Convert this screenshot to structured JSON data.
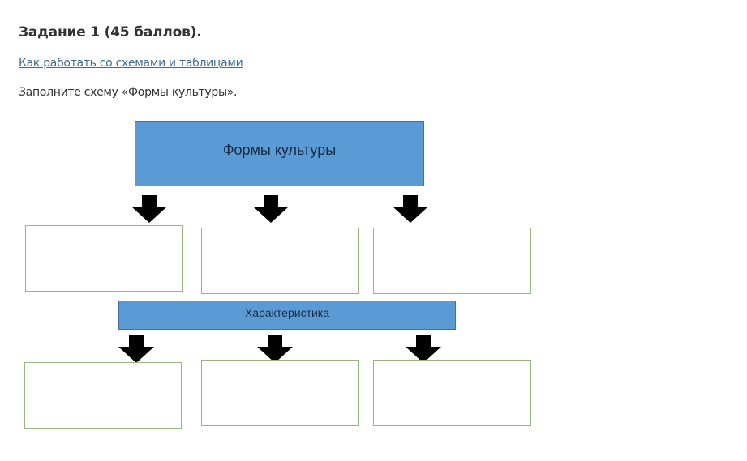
{
  "task": {
    "title": "Задание 1 (45 баллов).",
    "help_link": "Как работать со схемами и таблицами",
    "instruction": "Заполните схему «Формы культуры»."
  },
  "scheme": {
    "root_label": "Формы культуры",
    "middle_label": "Характеристика",
    "forms_boxes": [
      "",
      "",
      ""
    ],
    "characteristic_boxes": [
      "",
      "",
      ""
    ],
    "colors": {
      "header_fill": "#5b9bd5",
      "header_border": "#41719c",
      "box_border": "#9ab57e",
      "arrow": "#000000"
    },
    "icons": [
      "arrow-down-icon"
    ]
  }
}
